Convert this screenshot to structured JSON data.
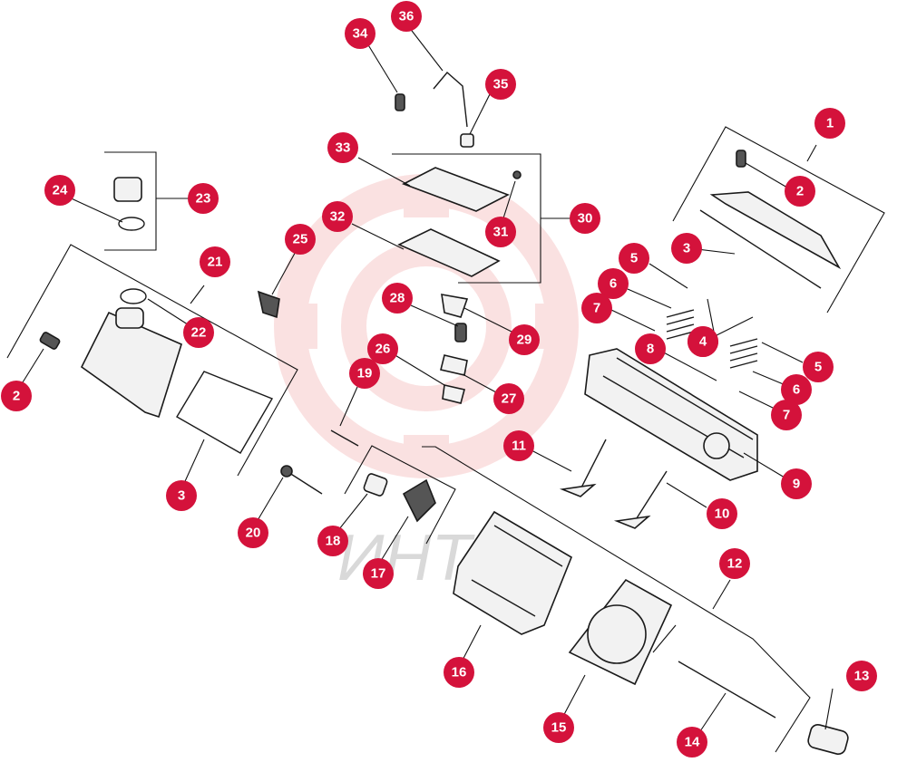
{
  "watermark": {
    "text": "ИНТ"
  },
  "callouts": [
    {
      "label": "1"
    },
    {
      "label": "2"
    },
    {
      "label": "3"
    },
    {
      "label": "4"
    },
    {
      "label": "5"
    },
    {
      "label": "6"
    },
    {
      "label": "7"
    },
    {
      "label": "8"
    },
    {
      "label": "4"
    },
    {
      "label": "5"
    },
    {
      "label": "6"
    },
    {
      "label": "7"
    },
    {
      "label": "9"
    },
    {
      "label": "10"
    },
    {
      "label": "11"
    },
    {
      "label": "12"
    },
    {
      "label": "13"
    },
    {
      "label": "14"
    },
    {
      "label": "15"
    },
    {
      "label": "16"
    },
    {
      "label": "17"
    },
    {
      "label": "18"
    },
    {
      "label": "19"
    },
    {
      "label": "20"
    },
    {
      "label": "2"
    },
    {
      "label": "3"
    },
    {
      "label": "21"
    },
    {
      "label": "22"
    },
    {
      "label": "23"
    },
    {
      "label": "24"
    },
    {
      "label": "25"
    },
    {
      "label": "26"
    },
    {
      "label": "27"
    },
    {
      "label": "28"
    },
    {
      "label": "29"
    },
    {
      "label": "30"
    },
    {
      "label": "31"
    },
    {
      "label": "32"
    },
    {
      "label": "33"
    },
    {
      "label": "34"
    },
    {
      "label": "35"
    },
    {
      "label": "36"
    }
  ],
  "colors": {
    "callout": "#d4123b",
    "callout_text": "#ffffff",
    "watermark": "#f3c4c4"
  }
}
